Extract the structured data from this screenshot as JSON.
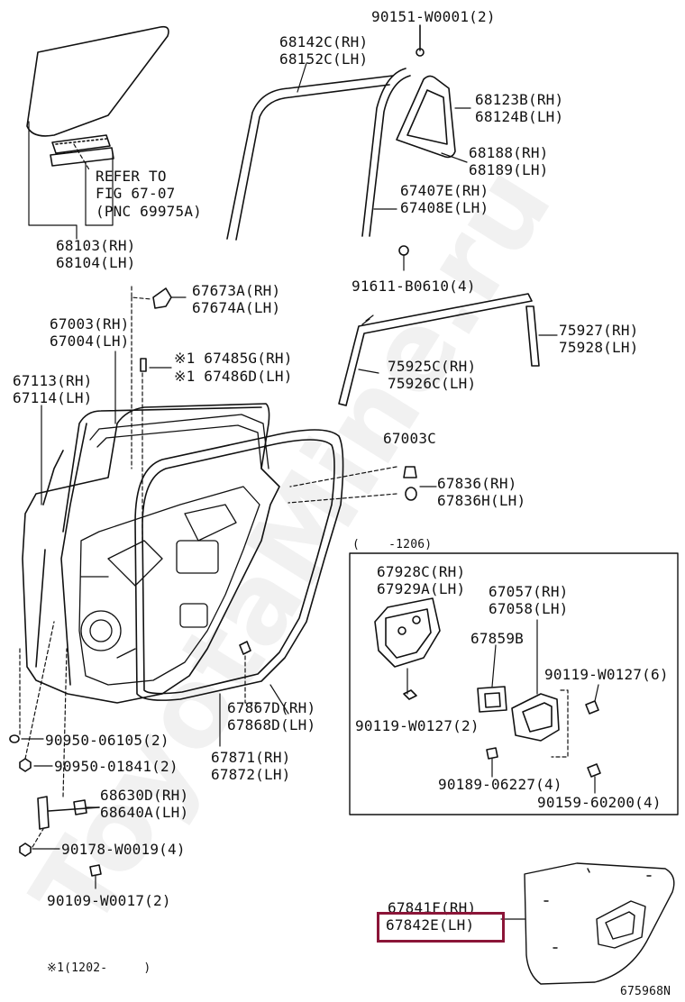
{
  "watermark": "ToyotaMine.ru",
  "labels": {
    "p90151": "90151-W0001(2)",
    "p68142c": "68142C(RH)",
    "p68152c": "68152C(LH)",
    "p68123b": "68123B(RH)",
    "p68124b": "68124B(LH)",
    "p68188": "68188(RH)",
    "p68189": "68189(LH)",
    "p67407e": "67407E(RH)",
    "p67408e": "67408E(LH)",
    "refer1": "REFER TO",
    "refer2": "FIG 67-07",
    "refer3": "(PNC 69975A)",
    "p68103": "68103(RH)",
    "p68104": "68104(LH)",
    "p91611": "91611-B0610(4)",
    "p67673a": "67673A(RH)",
    "p67674a": "67674A(LH)",
    "p67003": "67003(RH)",
    "p67004": "67004(LH)",
    "p75927": "75927(RH)",
    "p75928": "75928(LH)",
    "p67485g": "※1 67485G(RH)",
    "p67486d": "※1 67486D(LH)",
    "p67113": "67113(RH)",
    "p67114": "67114(LH)",
    "p75925c": "75925C(RH)",
    "p75926c": "75926C(LH)",
    "p67003c": "67003C",
    "p67836": "67836(RH)",
    "p67836h": "67836H(LH)",
    "inset_range": "(    -1206)",
    "p67928c": "67928C(RH)",
    "p67929a": "67929A(LH)",
    "p67057": "67057(RH)",
    "p67058": "67058(LH)",
    "p67859b": "67859B",
    "p90119a": "90119-W0127(6)",
    "p90119b": "90119-W0127(2)",
    "p90189": "90189-06227(4)",
    "p90159": "90159-60200(4)",
    "p67867d": "67867D(RH)",
    "p67868d": "67868D(LH)",
    "p67871": "67871(RH)",
    "p67872": "67872(LH)",
    "p90950a": "90950-06105(2)",
    "p90950b": "90950-01841(2)",
    "p68630d": "68630D(RH)",
    "p68640a": "68640A(LH)",
    "p90178": "90178-W0019(4)",
    "p90109": "90109-W0017(2)",
    "p67841f": "67841F(RH)",
    "p67842e": "67842E(LH)",
    "footnote": "※1(1202-     )",
    "figure_id": "675968N"
  },
  "colors": {
    "line": "#111111",
    "highlight": "#8b1538",
    "background": "#ffffff"
  }
}
